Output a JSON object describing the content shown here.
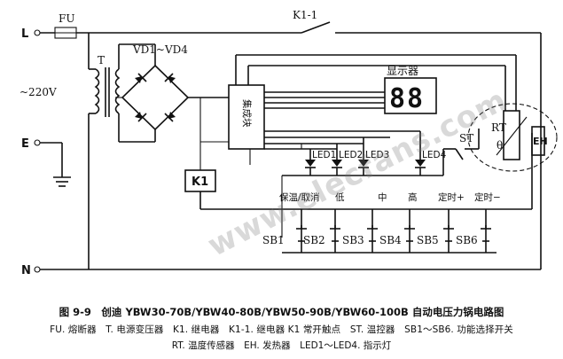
{
  "labels": {
    "L": "L",
    "E": "E",
    "N": "N",
    "fu": "FU",
    "k1_1": "K1-1",
    "vd": "VD1~VD4",
    "t": "T",
    "voltage": "~220V",
    "display": "显示器",
    "digits": "88",
    "controller": "集成块",
    "k1": "K1",
    "rt": "RT",
    "theta": "θ",
    "eh": "EH",
    "st": "ST",
    "leds": [
      "LED1",
      "LED2",
      "LED3",
      "LED4"
    ],
    "functions": [
      "保温/取消",
      "低",
      "中",
      "高",
      "定时+",
      "定时−"
    ],
    "switches": [
      "SB1",
      "SB2",
      "SB3",
      "SB4",
      "SB5",
      "SB6"
    ]
  },
  "caption": {
    "title": "图 9-9　创迪 YBW30-70B/YBW40-80B/YBW50-90B/YBW60-100B 自动电压力锅电路图",
    "line1": "FU. 熔断器　T. 电源变压器　K1. 继电器　K1-1. 继电器 K1 常开触点　ST. 温控器　SB1～SB6. 功能选择开关",
    "line2": "RT. 温度传感器　EH. 发热器　LED1～LED4. 指示灯"
  },
  "watermark": "www.elecfans.com"
}
